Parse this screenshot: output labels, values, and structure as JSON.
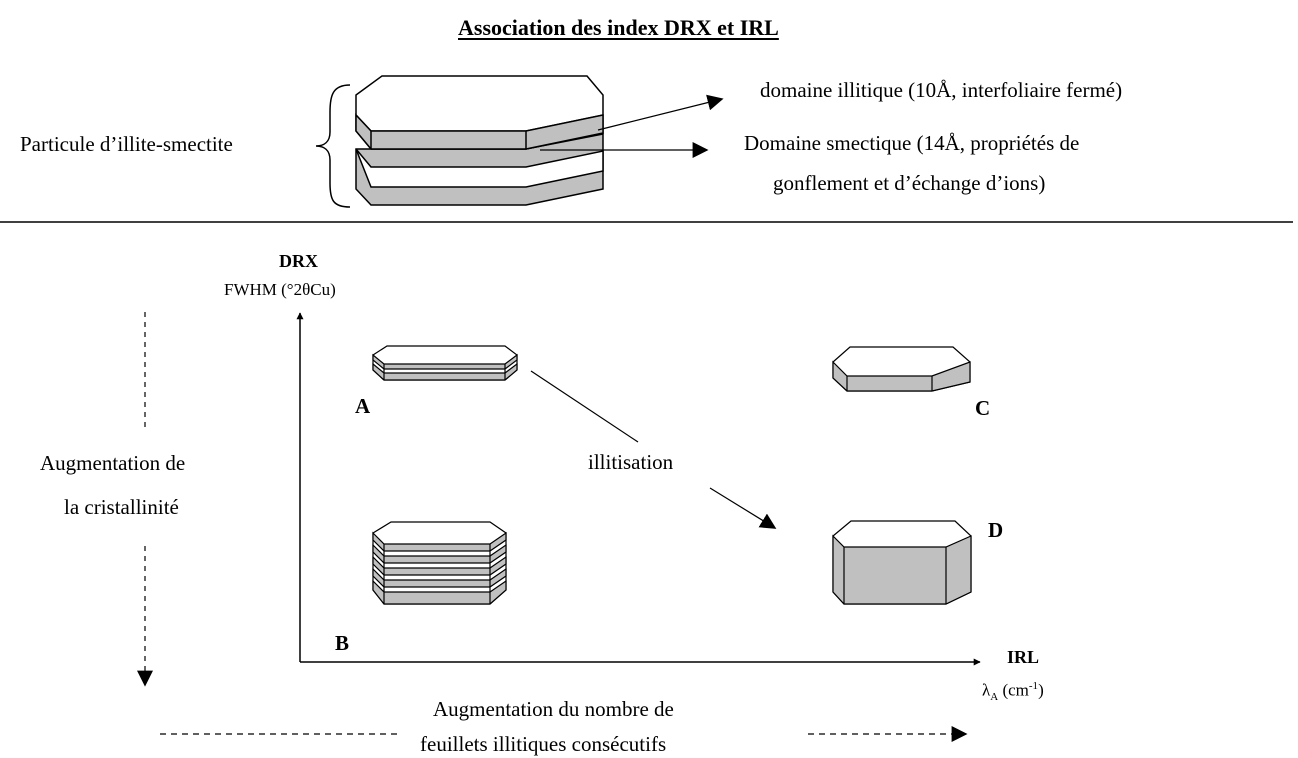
{
  "title": "Association des index DRX et IRL",
  "top_panel": {
    "particle_label": "Particule d’illite-smectite",
    "illite_domain_label": "domaine illitique (10Å, interfoliaire fermé)",
    "smectite_domain_line1": "Domaine smectique (14Å, propriétés de",
    "smectite_domain_line2": "gonflement et d’échange d’ions)"
  },
  "y_axis": {
    "title": "DRX",
    "unit": "FWHM (°2θCu)"
  },
  "x_axis": {
    "title": "IRL",
    "unit_symbol": "λ",
    "unit_subscript": "A",
    "unit_open": " (cm",
    "unit_exponent": "-1",
    "unit_close": ")"
  },
  "particles": {
    "a": "A",
    "b": "B",
    "c": "C",
    "d": "D"
  },
  "process_label": "illitisation",
  "left_trend": {
    "line1": "Augmentation de",
    "line2": "la cristallinité"
  },
  "bottom_trend": {
    "line1": "Augmentation du nombre de",
    "line2": "feuillets illitiques consécutifs"
  },
  "colors": {
    "edge_fill": "#c0c0c0",
    "ink": "#000000",
    "background": "#ffffff"
  }
}
